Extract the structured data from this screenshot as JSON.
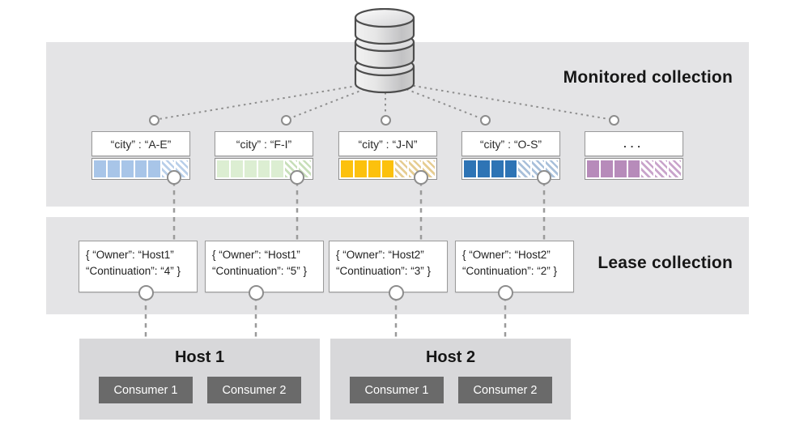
{
  "monitored_collection": {
    "title": "Monitored collection"
  },
  "lease_collection": {
    "title": "Lease collection"
  },
  "database_icon": "database-cylinder-icon",
  "partitions": [
    {
      "label": "“city” : “A-E”",
      "color": "#a8c5e8",
      "hatch_color": "#b9cfe9",
      "solid_segments": 5,
      "hatched_segments": 2,
      "has_pin": true
    },
    {
      "label": "“city” : “F-I”",
      "color": "#dceed2",
      "hatch_color": "#c8dfba",
      "solid_segments": 5,
      "hatched_segments": 2,
      "has_pin": true
    },
    {
      "label": "“city” : “J-N”",
      "color": "#fcc10d",
      "hatch_color": "#e6cd92",
      "solid_segments": 4,
      "hatched_segments": 3,
      "has_pin": true
    },
    {
      "label": "“city” : “O-S”",
      "color": "#2e74b5",
      "hatch_color": "#a9c0da",
      "solid_segments": 4,
      "hatched_segments": 3,
      "has_pin": true
    },
    {
      "label": "...",
      "color": "#b78bba",
      "hatch_color": "#c9a4cb",
      "solid_segments": 4,
      "hatched_segments": 3,
      "has_pin": false
    }
  ],
  "leases": [
    {
      "line1": "{ “Owner”: “Host1”",
      "line2": "“Continuation”: “4” }"
    },
    {
      "line1": "{ “Owner”: “Host1”",
      "line2": "“Continuation”: “5” }"
    },
    {
      "line1": "{ “Owner”: “Host2”",
      "line2": "“Continuation”: “3” }"
    },
    {
      "line1": "{ “Owner”: “Host2”",
      "line2": "“Continuation”: “2” }"
    }
  ],
  "hosts": [
    {
      "title": "Host 1",
      "consumers": [
        "Consumer 1",
        "Consumer 2"
      ]
    },
    {
      "title": "Host 2",
      "consumers": [
        "Consumer 1",
        "Consumer 2"
      ]
    }
  ],
  "colors": {
    "band_gray": "#e4e4e6",
    "host_gray": "#d8d8da",
    "consumer_gray": "#6a6a6a",
    "connector_gray": "#8d8d8d"
  }
}
